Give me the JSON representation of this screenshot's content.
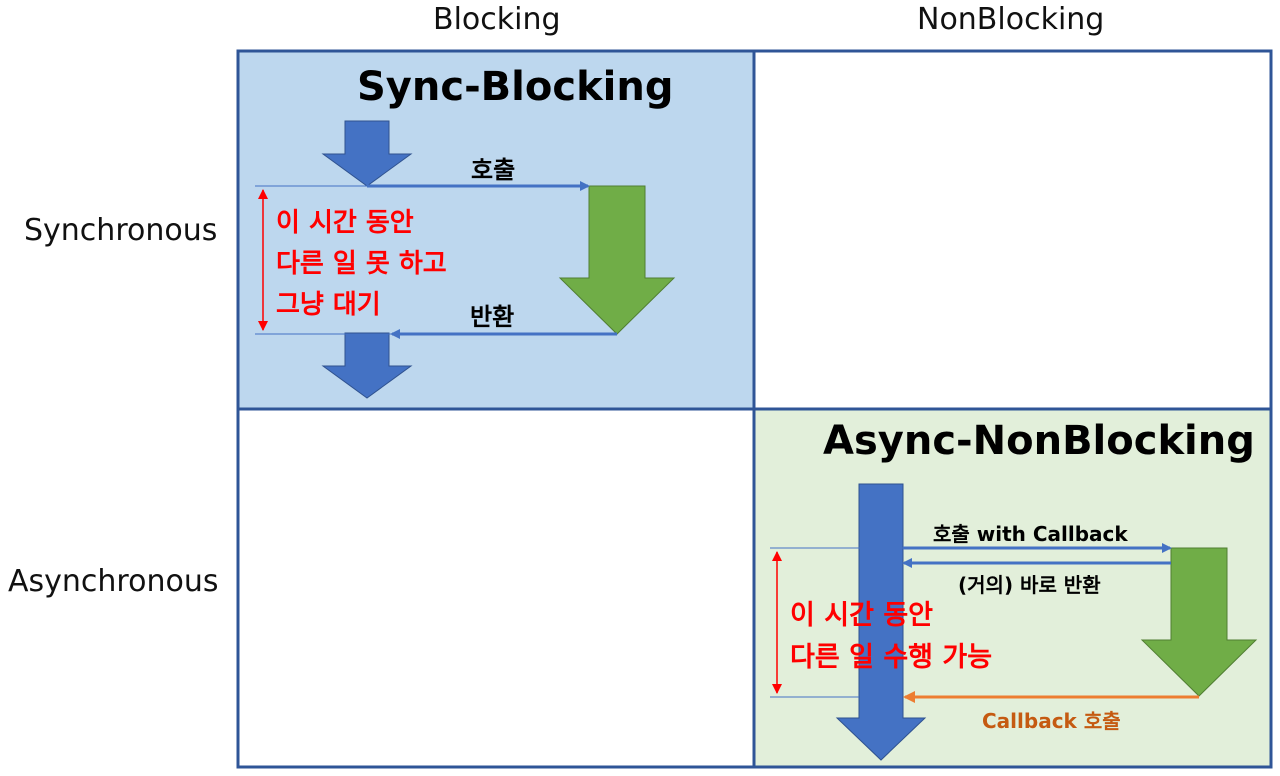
{
  "columns": [
    "Blocking",
    "NonBlocking"
  ],
  "rows": [
    "Synchronous",
    "Asynchronous"
  ],
  "colors": {
    "grid_border": "#2f5597",
    "sync_blocking_bg": "#bdd7ee",
    "async_nonblocking_bg": "#e2efda",
    "blue_arrow": "#4472c4",
    "green_arrow": "#70ad47",
    "orange_arrow": "#ed7d31",
    "red_note": "#ff0000"
  },
  "sync_blocking": {
    "title": "Sync-Blocking",
    "call_label": "호출",
    "return_label": "반환",
    "wait_note": [
      "이 시간 동안",
      "다른 일 못 하고",
      "그냥 대기"
    ]
  },
  "async_nonblocking": {
    "title": "Async-NonBlocking",
    "call_label": "호출 with Callback",
    "return_label": "(거의) 바로 반환",
    "callback_label": "Callback 호출",
    "work_note": [
      "이 시간 동안",
      "다른 일 수행 가능"
    ]
  }
}
